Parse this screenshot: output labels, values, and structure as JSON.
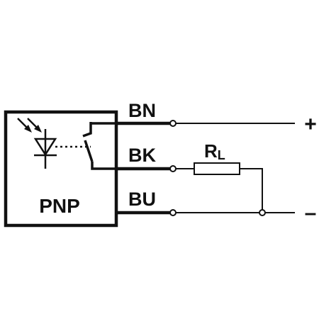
{
  "sensor": {
    "type_label": "PNP"
  },
  "wires": {
    "brown": "BN",
    "black": "BK",
    "blue": "BU"
  },
  "load": {
    "symbol": "R",
    "subscript": "L"
  },
  "terminals": {
    "positive": "+",
    "negative": "–"
  },
  "colors": {
    "line": "#111111",
    "background": "#ffffff"
  }
}
